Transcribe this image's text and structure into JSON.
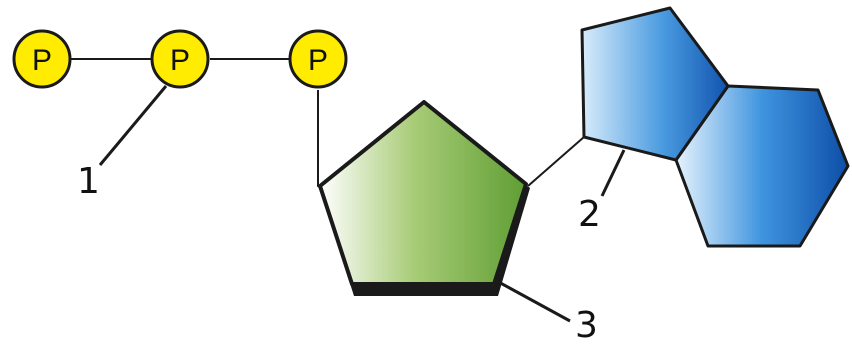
{
  "phosphates": [
    {
      "label": "P"
    },
    {
      "label": "P"
    },
    {
      "label": "P"
    }
  ],
  "callouts": {
    "one": "1",
    "two": "2",
    "three": "3"
  },
  "colors": {
    "phosphate_fill": "#ffec00",
    "phosphate_stroke": "#1a1a1a",
    "sugar_light": "#ffffff",
    "sugar_dark": "#5f9e33",
    "base_light": "#ffffff",
    "base_dark": "#1255b0",
    "line": "#1a1a1a"
  }
}
